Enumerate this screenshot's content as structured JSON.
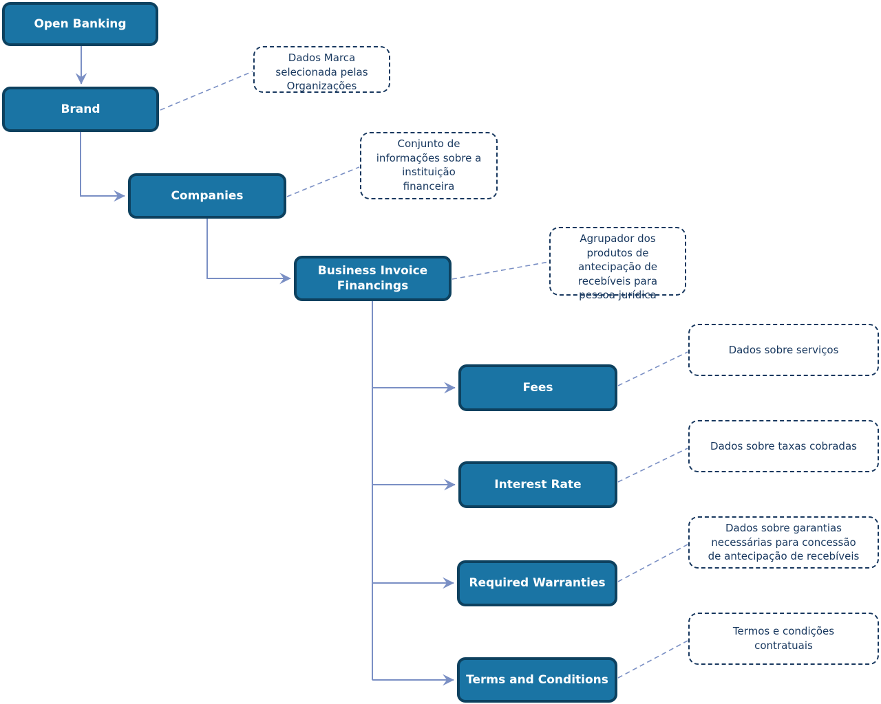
{
  "colors": {
    "node_fill": "#1a74a4",
    "node_border": "#0d415f",
    "node_text": "#ffffff",
    "note_border": "#17375e",
    "note_text": "#17375e",
    "connector": "#7a8fc4",
    "background": "#ffffff"
  },
  "nodes": [
    {
      "id": "open-banking",
      "label": "Open Banking"
    },
    {
      "id": "brand",
      "label": "Brand"
    },
    {
      "id": "companies",
      "label": "Companies"
    },
    {
      "id": "business-invoice-financings",
      "label": "Business Invoice Financings"
    },
    {
      "id": "fees",
      "label": "Fees"
    },
    {
      "id": "interest-rate",
      "label": "Interest Rate"
    },
    {
      "id": "required-warranties",
      "label": "Required Warranties"
    },
    {
      "id": "terms-and-conditions",
      "label": "Terms and Conditions"
    }
  ],
  "notes": [
    {
      "for": "brand",
      "text": "Dados Marca\nselecionada pelas\nOrganizações"
    },
    {
      "for": "companies",
      "text": "Conjunto de\ninformações sobre a\ninstituição\nfinanceira"
    },
    {
      "for": "business-invoice-financings",
      "text": "Agrupador dos\nprodutos de\nantecipação de\nrecebíveis para\npessoa jurídica"
    },
    {
      "for": "fees",
      "text": "Dados sobre serviços"
    },
    {
      "for": "interest-rate",
      "text": "Dados sobre taxas cobradas"
    },
    {
      "for": "required-warranties",
      "text": "Dados sobre garantias\nnecessárias para concessão\nde antecipação de recebíveis"
    },
    {
      "for": "terms-and-conditions",
      "text": "Termos e condições\ncontratuais"
    }
  ]
}
